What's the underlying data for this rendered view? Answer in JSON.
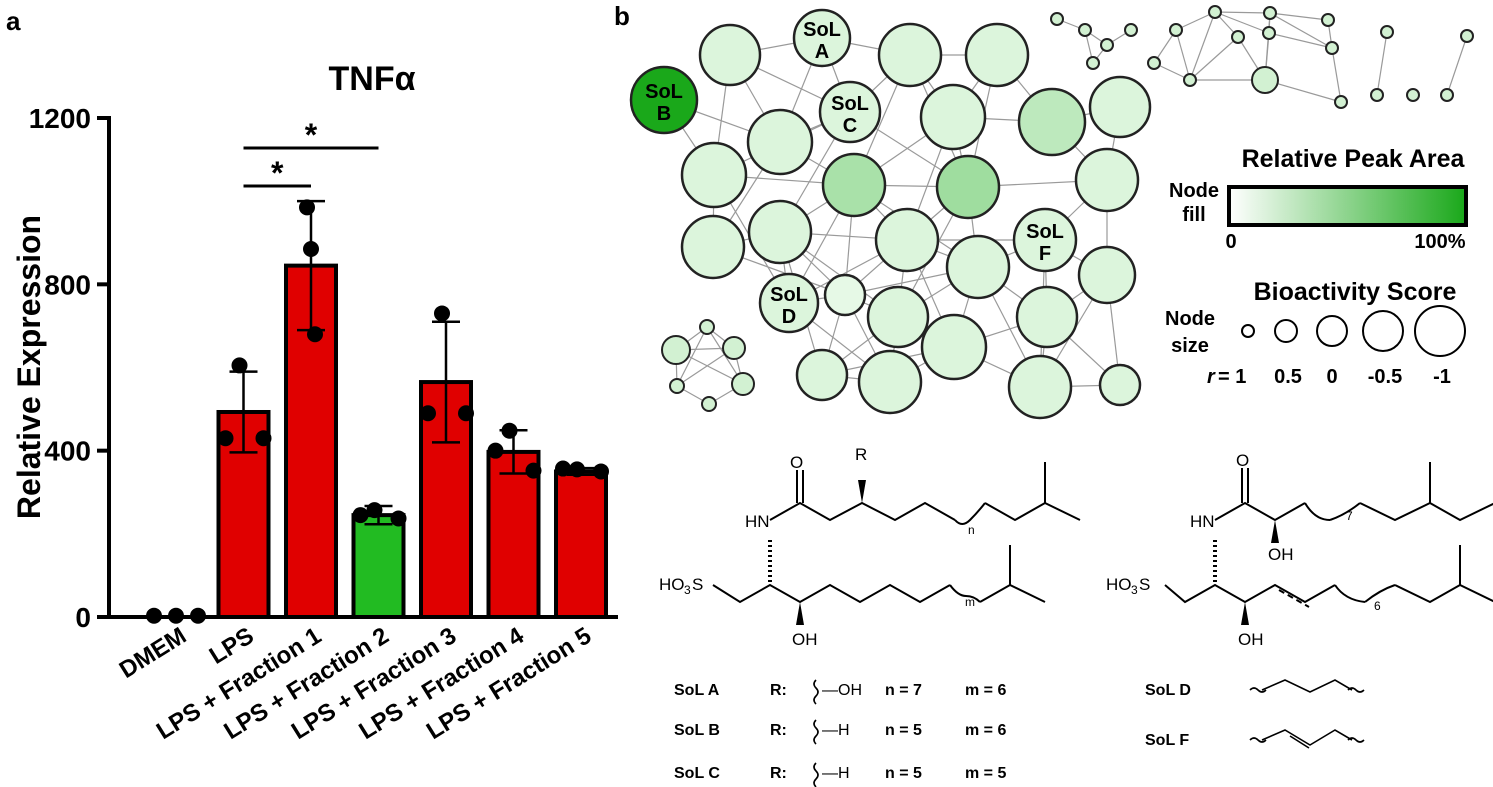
{
  "panels": {
    "a": "a",
    "b": "b"
  },
  "chart_data": {
    "type": "bar",
    "title": "TNFα",
    "xlabel": "",
    "ylabel": "Relative Expression",
    "ylim": [
      0,
      1200
    ],
    "yticks": [
      "0",
      "400",
      "800",
      "1200"
    ],
    "categories": [
      "DMEM",
      "LPS",
      "LPS + Fraction 1",
      "LPS + Fraction 2",
      "LPS + Fraction 3",
      "LPS + Fraction 4",
      "LPS + Fraction 5"
    ],
    "values": [
      3,
      493,
      845,
      245,
      565,
      397,
      350
    ],
    "errors": [
      3,
      97,
      155,
      22,
      145,
      52,
      8
    ],
    "points": [
      [
        3,
        3,
        3
      ],
      [
        605,
        430,
        430
      ],
      [
        985,
        885,
        680
      ],
      [
        257,
        245,
        237
      ],
      [
        730,
        490,
        490
      ],
      [
        448,
        400,
        352
      ],
      [
        355,
        357,
        350
      ]
    ],
    "bar_colors": [
      "#e00000",
      "#e00000",
      "#e00000",
      "#22bb22",
      "#e00000",
      "#e00000",
      "#e00000"
    ],
    "significance": [
      {
        "from": "LPS",
        "to": "LPS + Fraction 1",
        "label": "*"
      },
      {
        "from": "LPS",
        "to": "LPS + Fraction 2",
        "label": "*"
      }
    ]
  },
  "network": {
    "node_labels": {
      "A": [
        "SoL",
        "A"
      ],
      "B": [
        "SoL",
        "B"
      ],
      "C": [
        "SoL",
        "C"
      ],
      "D": [
        "SoL",
        "D"
      ],
      "F": [
        "SoL",
        "F"
      ]
    },
    "colors": {
      "low": "#e6f9e6",
      "high": "#1aa81a",
      "edge": "#999999"
    }
  },
  "legend": {
    "fill_title": "Relative Peak Area",
    "fill_label": [
      "Node",
      "fill"
    ],
    "fill_min": "0",
    "fill_max": "100%",
    "size_title": "Bioactivity Score",
    "size_label": [
      "Node",
      "size"
    ],
    "r_label": "r",
    "size_values": [
      "= 1",
      "0.5",
      "0",
      "-0.5",
      "-1"
    ]
  },
  "structures": {
    "left": {
      "O": "O",
      "R": "R",
      "HN": "HN",
      "HO3S": "HO",
      "HO3S_sub": "3",
      "S": "S",
      "OH": "OH",
      "n": "n",
      "m": "m"
    },
    "right": {
      "O": "O",
      "HN": "HN",
      "HO3S": "HO",
      "HO3S_sub": "3",
      "S": "S",
      "OH_top": "OH",
      "OH_bottom": "OH",
      "seven": "7",
      "six": "6"
    }
  },
  "table": {
    "rows": [
      {
        "name": "SoL A",
        "r": "R:",
        "group": "—OH",
        "n": "n = 7",
        "m": "m = 6"
      },
      {
        "name": "SoL B",
        "r": "R:",
        "group": "—H",
        "n": "n = 5",
        "m": "m = 6"
      },
      {
        "name": "SoL C",
        "r": "R:",
        "group": "—H",
        "n": "n = 5",
        "m": "m = 5"
      }
    ],
    "right_rows": [
      {
        "name": "SoL D"
      },
      {
        "name": "SoL F"
      }
    ]
  }
}
